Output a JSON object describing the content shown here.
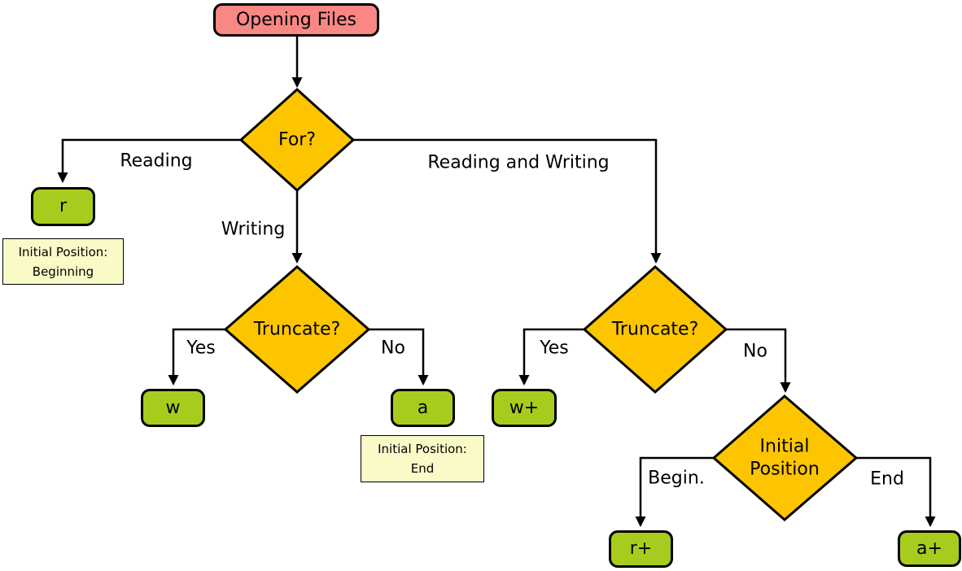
{
  "colors": {
    "background": "#FFFFFF",
    "stroke": "#000000",
    "start_fill": "#F98784",
    "decision_fill": "#FDC500",
    "mode_fill": "#A8CC1E",
    "note_fill": "#FAFAC8"
  },
  "nodes": {
    "start": {
      "type": "start",
      "label": "Opening Files"
    },
    "for_decision": {
      "type": "decision",
      "label": "For?"
    },
    "truncate_left": {
      "type": "decision",
      "label": "Truncate?"
    },
    "truncate_right": {
      "type": "decision",
      "label": "Truncate?"
    },
    "initial_position": {
      "type": "decision",
      "label_line1": "Initial",
      "label_line2": "Position"
    },
    "mode_r": {
      "type": "mode",
      "label": "r"
    },
    "mode_w": {
      "type": "mode",
      "label": "w"
    },
    "mode_a": {
      "type": "mode",
      "label": "a"
    },
    "mode_w_plus": {
      "type": "mode",
      "label": "w+"
    },
    "mode_r_plus": {
      "type": "mode",
      "label": "r+"
    },
    "mode_a_plus": {
      "type": "mode",
      "label": "a+"
    }
  },
  "notes": {
    "beginning": {
      "line1": "Initial Position:",
      "line2": "Beginning"
    },
    "end": {
      "line1": "Initial Position:",
      "line2": "End"
    }
  },
  "edge_labels": {
    "reading": "Reading",
    "writing": "Writing",
    "reading_and_writing": "Reading and Writing",
    "truncate_left_yes": "Yes",
    "truncate_left_no": "No",
    "truncate_right_yes": "Yes",
    "truncate_right_no": "No",
    "begin": "Begin.",
    "end": "End"
  }
}
